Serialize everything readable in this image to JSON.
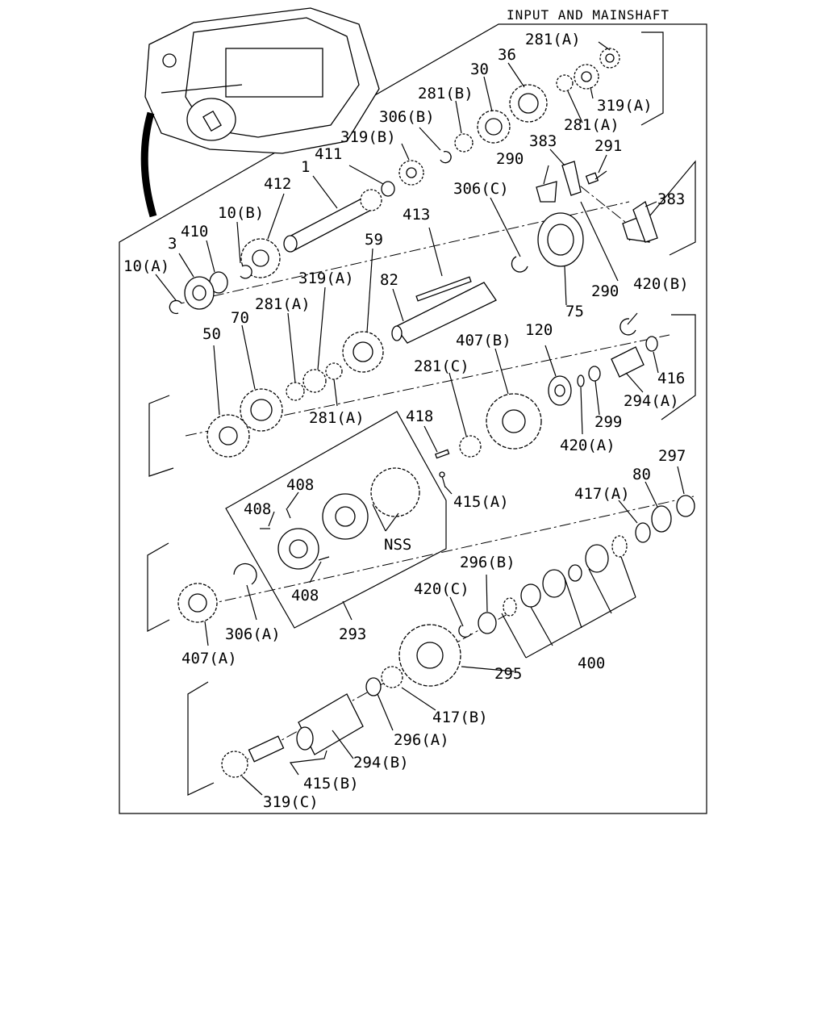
{
  "title": "INPUT AND MAINSHAFT",
  "callouts": [
    {
      "id": "281a-top",
      "text": "281(A)"
    },
    {
      "id": "36",
      "text": "36"
    },
    {
      "id": "30",
      "text": "30"
    },
    {
      "id": "281b",
      "text": "281(B)"
    },
    {
      "id": "319a-top",
      "text": "319(A)"
    },
    {
      "id": "281a-top2",
      "text": "281(A)"
    },
    {
      "id": "306b",
      "text": "306(B)"
    },
    {
      "id": "319b",
      "text": "319(B)"
    },
    {
      "id": "290-top",
      "text": "290"
    },
    {
      "id": "383-top",
      "text": "383"
    },
    {
      "id": "291",
      "text": "291"
    },
    {
      "id": "411",
      "text": "411"
    },
    {
      "id": "1",
      "text": "1"
    },
    {
      "id": "306c",
      "text": "306(C)"
    },
    {
      "id": "412",
      "text": "412"
    },
    {
      "id": "383-right",
      "text": "383"
    },
    {
      "id": "413",
      "text": "413"
    },
    {
      "id": "410",
      "text": "410"
    },
    {
      "id": "10b",
      "text": "10(B)"
    },
    {
      "id": "3",
      "text": "3"
    },
    {
      "id": "59",
      "text": "59"
    },
    {
      "id": "10a",
      "text": "10(A)"
    },
    {
      "id": "319a-mid",
      "text": "319(A)"
    },
    {
      "id": "82",
      "text": "82"
    },
    {
      "id": "290-mid",
      "text": "290"
    },
    {
      "id": "420b",
      "text": "420(B)"
    },
    {
      "id": "70",
      "text": "70"
    },
    {
      "id": "281a-mid",
      "text": "281(A)"
    },
    {
      "id": "75",
      "text": "75"
    },
    {
      "id": "50",
      "text": "50"
    },
    {
      "id": "407b",
      "text": "407(B)"
    },
    {
      "id": "120",
      "text": "120"
    },
    {
      "id": "281c",
      "text": "281(C)"
    },
    {
      "id": "416",
      "text": "416"
    },
    {
      "id": "281a-low",
      "text": "281(A)"
    },
    {
      "id": "294a",
      "text": "294(A)"
    },
    {
      "id": "418",
      "text": "418"
    },
    {
      "id": "299",
      "text": "299"
    },
    {
      "id": "420a",
      "text": "420(A)"
    },
    {
      "id": "408-top",
      "text": "408"
    },
    {
      "id": "297",
      "text": "297"
    },
    {
      "id": "80",
      "text": "80"
    },
    {
      "id": "408-left",
      "text": "408"
    },
    {
      "id": "415a",
      "text": "415(A)"
    },
    {
      "id": "417a",
      "text": "417(A)"
    },
    {
      "id": "nss",
      "text": "NSS"
    },
    {
      "id": "296b",
      "text": "296(B)"
    },
    {
      "id": "408-bot",
      "text": "408"
    },
    {
      "id": "420c",
      "text": "420(C)"
    },
    {
      "id": "306a",
      "text": "306(A)"
    },
    {
      "id": "293",
      "text": "293"
    },
    {
      "id": "407a",
      "text": "407(A)"
    },
    {
      "id": "295",
      "text": "295"
    },
    {
      "id": "400",
      "text": "400"
    },
    {
      "id": "417b",
      "text": "417(B)"
    },
    {
      "id": "296a",
      "text": "296(A)"
    },
    {
      "id": "294b",
      "text": "294(B)"
    },
    {
      "id": "415b",
      "text": "415(B)"
    },
    {
      "id": "319c",
      "text": "319(C)"
    }
  ]
}
